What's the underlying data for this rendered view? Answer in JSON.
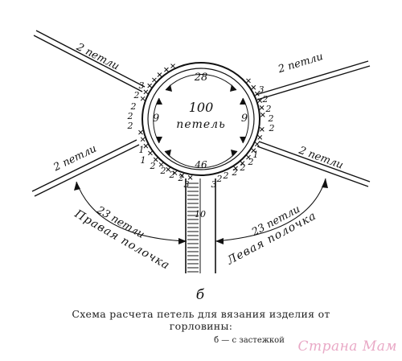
{
  "diagram": {
    "center_count": "100",
    "center_unit": "петель",
    "top_count": "28",
    "left_side_count": "9",
    "right_side_count": "9",
    "bottom_count": "46",
    "placket_count": "10",
    "sleeve_top_left": "2 петли",
    "sleeve_top_right": "2 петли",
    "sleeve_bottom_left": "2 петли",
    "sleeve_bottom_right": "2 петли",
    "left_front_count": "23 петли",
    "left_front_name": "Правая полочка",
    "right_front_count": "23 петли",
    "right_front_name": "Левая полочка",
    "variant_letter": "б",
    "raglan_numbers": {
      "left_upper": [
        "3",
        "2",
        "2",
        "2",
        "2"
      ],
      "right_upper": [
        "3",
        "2",
        "2",
        "2",
        "2"
      ],
      "left_lower": [
        "1",
        "1",
        "2",
        "2",
        "2",
        "2",
        "3"
      ],
      "right_lower": [
        "1",
        "2",
        "2",
        "2",
        "2",
        "2",
        "3"
      ]
    }
  },
  "caption": {
    "line1": "Схема расчета петель для вязания изделия от",
    "line2": "горловины:",
    "line3": "б — с застежкой"
  },
  "watermark": "Страна Мам"
}
